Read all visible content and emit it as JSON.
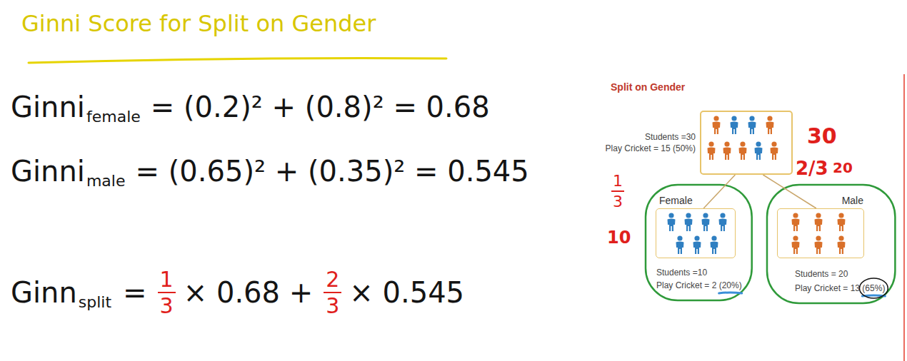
{
  "diagram": {
    "title": "Ginni Score for Split on Gender",
    "nodes": [
      {
        "text": [
          "Students =30",
          "Play Cricket = 15 (50%)"
        ]
      },
      {
        "text": [
          "Female",
          "Students =10",
          "Play Cricket = 2 (20%)"
        ]
      },
      {
        "text": [
          "Male",
          "Students = 20",
          "Play Cricket = 13 (65%)"
        ]
      }
    ],
    "edges": [
      {
        "from": 0,
        "to": 1,
        "arrow": "none"
      },
      {
        "from": 0,
        "to": 2,
        "arrow": "none"
      }
    ],
    "labels": [
      "Ginni",
      "female",
      "= (0.2)² + (0.8)² = 0.68",
      "Ginni",
      "male",
      "= (0.65)² + (0.35)² = 0.545",
      "Ginn",
      "split",
      "=",
      "1",
      "3",
      "× 0.68 +",
      "2",
      "3",
      "× 0.545",
      "Split on Gender",
      "30",
      "1",
      "3",
      "10",
      "2/3",
      "20"
    ]
  }
}
